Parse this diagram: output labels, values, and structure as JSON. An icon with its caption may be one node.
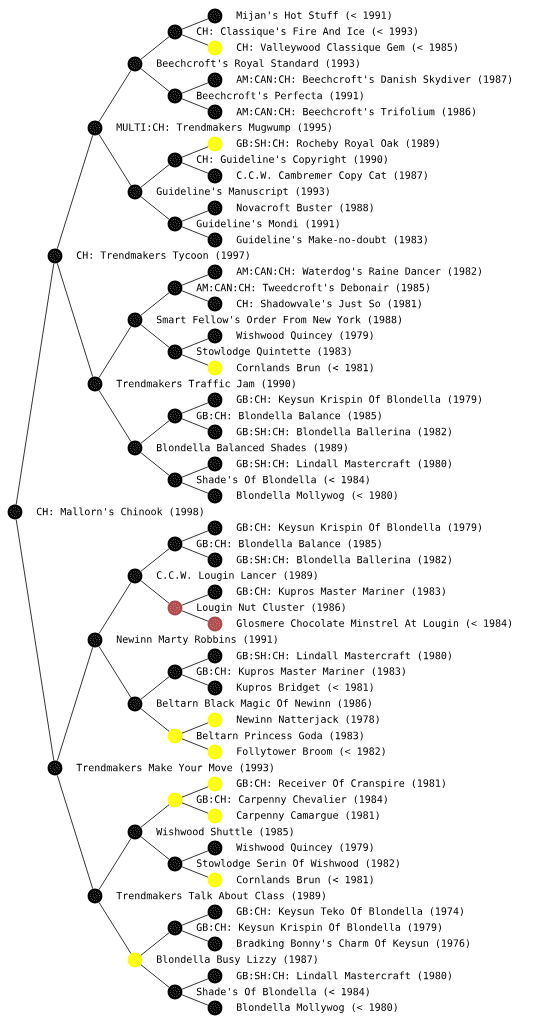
{
  "diagram": {
    "nodes": [
      {
        "text": [],
        "shape": "circle",
        "beside": [
          "Mijan's Hot Stuff (< 1991)"
        ]
      },
      {
        "text": [],
        "shape": "circle"
      },
      {
        "text": [],
        "shape": "circle",
        "beside": [
          "CH: Valleywood Classique Gem (< 1985)"
        ]
      },
      {
        "text": [],
        "shape": "circle"
      },
      {
        "text": [],
        "shape": "circle",
        "beside": [
          "AM:CAN:CH: Beechcroft's Danish Skydiver (1987)"
        ]
      },
      {
        "text": [],
        "shape": "circle"
      },
      {
        "text": [],
        "shape": "circle",
        "beside": [
          "AM:CAN:CH: Beechcroft's Trifolium (1986)"
        ]
      },
      {
        "text": [],
        "shape": "circle"
      },
      {
        "text": [],
        "shape": "circle",
        "beside": [
          "GB:SH:CH: Rocheby Royal Oak (1989)"
        ]
      },
      {
        "text": [],
        "shape": "circle"
      },
      {
        "text": [],
        "shape": "circle",
        "beside": [
          "C.C.W. Cambremer Copy Cat (1987)"
        ]
      },
      {
        "text": [],
        "shape": "circle"
      },
      {
        "text": [],
        "shape": "circle",
        "beside": [
          "Novacroft Buster (1988)"
        ]
      },
      {
        "text": [],
        "shape": "circle"
      },
      {
        "text": [],
        "shape": "circle",
        "beside": [
          "Guideline's Make-no-doubt (1983)"
        ]
      },
      {
        "text": [],
        "shape": "circle"
      },
      {
        "text": [],
        "shape": "circle",
        "beside": [
          "AM:CAN:CH: Waterdog's Raine Dancer (1982)"
        ]
      },
      {
        "text": [],
        "shape": "circle"
      },
      {
        "text": [],
        "shape": "circle",
        "beside": [
          "CH: Shadowvale's Just So (1981)"
        ]
      },
      {
        "text": [],
        "shape": "circle"
      },
      {
        "text": [],
        "shape": "circle",
        "beside": [
          "Wishwood Quincey (1979)"
        ]
      },
      {
        "text": [],
        "shape": "circle"
      },
      {
        "text": [],
        "shape": "circle",
        "beside": [
          "Cornlands Brun (< 1981)"
        ]
      },
      {
        "text": [],
        "shape": "circle"
      },
      {
        "text": [],
        "shape": "circle",
        "beside": [
          "GB:CH: Keysun Krispin Of Blondella (1979)"
        ]
      },
      {
        "text": [],
        "shape": "circle"
      },
      {
        "text": [],
        "shape": "circle",
        "beside": [
          "GB:SH:CH: Blondella Ballerina (1982)"
        ]
      },
      {
        "text": [],
        "shape": "circle"
      },
      {
        "text": [],
        "shape": "circle",
        "beside": [
          "GB:SH:CH: Lindall Mastercraft (1980)"
        ]
      },
      {
        "text": [],
        "shape": "circle"
      },
      {
        "text": [],
        "shape": "circle",
        "beside": [
          "Blondella Mollywog (< 1980)"
        ]
      },
      {
        "text": [],
        "shape": "circle"
      },
      {
        "text": [],
        "shape": "circle",
        "beside": [
          "GB:CH: Keysun Krispin Of Blondella (1979)"
        ]
      },
      {
        "text": [],
        "shape": "circle"
      },
      {
        "text": [],
        "shape": "circle",
        "beside": [
          "GB:SH:CH: Blondella Ballerina (1982)"
        ]
      },
      {
        "text": [],
        "shape": "circle"
      },
      {
        "text": [],
        "shape": "circle",
        "beside": [
          "GB:CH: Kupros Master Mariner (1983)"
        ]
      },
      {
        "text": [],
        "shape": "circle"
      },
      {
        "text": [],
        "shape": "circle",
        "beside": [
          "Glosmere Chocolate Minstrel At Lougin (< 1984)"
        ]
      },
      {
        "text": [],
        "shape": "circle"
      },
      {
        "text": [],
        "shape": "circle",
        "beside": [
          "GB:SH:CH: Lindall Mastercraft (1980)"
        ]
      },
      {
        "text": [],
        "shape": "circle"
      },
      {
        "text": [],
        "shape": "circle",
        "beside": [
          "Kupros Bridget (< 1981)"
        ]
      },
      {
        "text": [],
        "shape": "circle"
      },
      {
        "text": [],
        "shape": "circle",
        "beside": [
          "Newinn Natterjack (1978)"
        ]
      },
      {
        "text": [],
        "shape": "circle"
      },
      {
        "text": [],
        "shape": "circle",
        "beside": [
          "Follytower Broom (< 1982)"
        ]
      },
      {
        "text": [],
        "shape": "circle"
      },
      {
        "text": [],
        "shape": "circle",
        "beside": [
          "GB:CH: Receiver Of Cranspire (1981)"
        ]
      },
      {
        "text": [],
        "shape": "circle"
      },
      {
        "text": [],
        "shape": "circle",
        "beside": [
          "Carpenny Camargue (1981)"
        ]
      },
      {
        "text": [],
        "shape": "circle"
      },
      {
        "text": [],
        "shape": "circle",
        "beside": [
          "Wishwood Quincey (1979)"
        ]
      },
      {
        "text": [],
        "shape": "circle"
      },
      {
        "text": [],
        "shape": "circle",
        "beside": [
          "Cornlands Brun (< 1981)"
        ]
      },
      {
        "text": [],
        "shape": "circle"
      },
      {
        "text": [],
        "shape": "circle",
        "beside": [
          "GB:CH: Keysun Teko Of Blondella (1974)"
        ]
      },
      {
        "text": [],
        "shape": "circle"
      },
      {
        "text": [],
        "shape": "circle",
        "beside": [
          "Bradking Bonny's Charm Of Keysun (1976)"
        ]
      },
      {
        "text": [],
        "shape": "circle"
      },
      {
        "text": [],
        "shape": "circle",
        "beside": [
          "GB:SH:CH: Lindall Mastercraft (1980)"
        ]
      },
      {
        "text": [],
        "shape": "circle"
      },
      {
        "text": [],
        "shape": "circle",
        "beside": [
          "Blondella Mollywog (< 1980)"
        ]
      }
    ],
    "edges": [
      {
        "from": 31,
        "to": 15,
        "arrow": "none"
      },
      {
        "from": 31,
        "to": 47,
        "arrow": "none"
      },
      {
        "from": 15,
        "to": 7,
        "arrow": "none"
      },
      {
        "from": 15,
        "to": 23,
        "arrow": "none"
      },
      {
        "from": 47,
        "to": 39,
        "arrow": "none"
      },
      {
        "from": 47,
        "to": 55,
        "arrow": "none"
      },
      {
        "from": 7,
        "to": 3,
        "arrow": "none"
      },
      {
        "from": 7,
        "to": 11,
        "arrow": "none"
      },
      {
        "from": 23,
        "to": 19,
        "arrow": "none"
      },
      {
        "from": 23,
        "to": 27,
        "arrow": "none"
      },
      {
        "from": 39,
        "to": 35,
        "arrow": "none"
      },
      {
        "from": 39,
        "to": 43,
        "arrow": "none"
      },
      {
        "from": 55,
        "to": 51,
        "arrow": "none"
      },
      {
        "from": 55,
        "to": 59,
        "arrow": "none"
      },
      {
        "from": 3,
        "to": 1,
        "arrow": "none"
      },
      {
        "from": 3,
        "to": 5,
        "arrow": "none"
      },
      {
        "from": 11,
        "to": 9,
        "arrow": "none"
      },
      {
        "from": 11,
        "to": 13,
        "arrow": "none"
      },
      {
        "from": 19,
        "to": 17,
        "arrow": "none"
      },
      {
        "from": 19,
        "to": 21,
        "arrow": "none"
      },
      {
        "from": 27,
        "to": 25,
        "arrow": "none"
      },
      {
        "from": 27,
        "to": 29,
        "arrow": "none"
      },
      {
        "from": 35,
        "to": 33,
        "arrow": "none"
      },
      {
        "from": 35,
        "to": 37,
        "arrow": "none"
      },
      {
        "from": 43,
        "to": 41,
        "arrow": "none"
      },
      {
        "from": 43,
        "to": 45,
        "arrow": "none"
      },
      {
        "from": 51,
        "to": 49,
        "arrow": "none"
      },
      {
        "from": 51,
        "to": 53,
        "arrow": "none"
      },
      {
        "from": 59,
        "to": 57,
        "arrow": "none"
      },
      {
        "from": 59,
        "to": 61,
        "arrow": "none"
      },
      {
        "from": 1,
        "to": 0,
        "arrow": "none"
      },
      {
        "from": 1,
        "to": 2,
        "arrow": "none"
      },
      {
        "from": 5,
        "to": 4,
        "arrow": "none"
      },
      {
        "from": 5,
        "to": 6,
        "arrow": "none"
      },
      {
        "from": 9,
        "to": 8,
        "arrow": "none"
      },
      {
        "from": 9,
        "to": 10,
        "arrow": "none"
      },
      {
        "from": 13,
        "to": 12,
        "arrow": "none"
      },
      {
        "from": 13,
        "to": 14,
        "arrow": "none"
      },
      {
        "from": 17,
        "to": 16,
        "arrow": "none"
      },
      {
        "from": 17,
        "to": 18,
        "arrow": "none"
      },
      {
        "from": 21,
        "to": 20,
        "arrow": "none"
      },
      {
        "from": 21,
        "to": 22,
        "arrow": "none"
      },
      {
        "from": 25,
        "to": 24,
        "arrow": "none"
      },
      {
        "from": 25,
        "to": 26,
        "arrow": "none"
      },
      {
        "from": 29,
        "to": 28,
        "arrow": "none"
      },
      {
        "from": 29,
        "to": 30,
        "arrow": "none"
      },
      {
        "from": 33,
        "to": 32,
        "arrow": "none"
      },
      {
        "from": 33,
        "to": 34,
        "arrow": "none"
      },
      {
        "from": 37,
        "to": 36,
        "arrow": "none"
      },
      {
        "from": 37,
        "to": 38,
        "arrow": "none"
      },
      {
        "from": 41,
        "to": 40,
        "arrow": "none"
      },
      {
        "from": 41,
        "to": 42,
        "arrow": "none"
      },
      {
        "from": 45,
        "to": 44,
        "arrow": "none"
      },
      {
        "from": 45,
        "to": 46,
        "arrow": "none"
      },
      {
        "from": 49,
        "to": 48,
        "arrow": "none"
      },
      {
        "from": 49,
        "to": 50,
        "arrow": "none"
      },
      {
        "from": 53,
        "to": 52,
        "arrow": "none"
      },
      {
        "from": 53,
        "to": 54,
        "arrow": "none"
      },
      {
        "from": 57,
        "to": 56,
        "arrow": "none"
      },
      {
        "from": 57,
        "to": 58,
        "arrow": "none"
      },
      {
        "from": 61,
        "to": 60,
        "arrow": "none"
      },
      {
        "from": 61,
        "to": 62,
        "arrow": "none"
      }
    ],
    "labels": [
      "CH: Classique's Fire And Ice (< 1993)",
      "Beechcroft's Royal Standard (1993)",
      "Beechcroft's Perfecta (1991)",
      "MULTI:CH: Trendmakers Mugwump (1995)",
      "CH: Guideline's Copyright (1990)",
      "Guideline's Manuscript (1993)",
      "Guideline's Mondi (1991)",
      "CH: Trendmakers Tycoon (1997)",
      "AM:CAN:CH: Tweedcroft's Debonair (1985)",
      "Smart Fellow's Order From New York (1988)",
      "Stowlodge Quintette (1983)",
      "Trendmakers Traffic Jam (1990)",
      "GB:CH: Blondella Balance (1985)",
      "Blondella Balanced Shades (1989)",
      "Shade's Of Blondella (< 1984)",
      "CH: Mallorn's Chinook (1998)",
      "GB:CH: Blondella Balance (1985)",
      "C.C.W. Lougin Lancer (1989)",
      "Lougin Nut Cluster (1986)",
      "Newinn Marty Robbins (1991)",
      "GB:CH: Kupros Master Mariner (1983)",
      "Beltarn Black Magic Of Newinn (1986)",
      "Beltarn Princess Goda (1983)",
      "Trendmakers Make Your Move (1993)",
      "GB:CH: Carpenny Chevalier (1984)",
      "Wishwood Shuttle (1985)",
      "Stowlodge Serin Of Wishwood (1982)",
      "Trendmakers Talk About Class (1989)",
      "GB:CH: Keysun Krispin Of Blondella (1979)",
      "Blondella Busy Lizzy (1987)",
      "Shade's Of Blondella (< 1984)"
    ]
  }
}
